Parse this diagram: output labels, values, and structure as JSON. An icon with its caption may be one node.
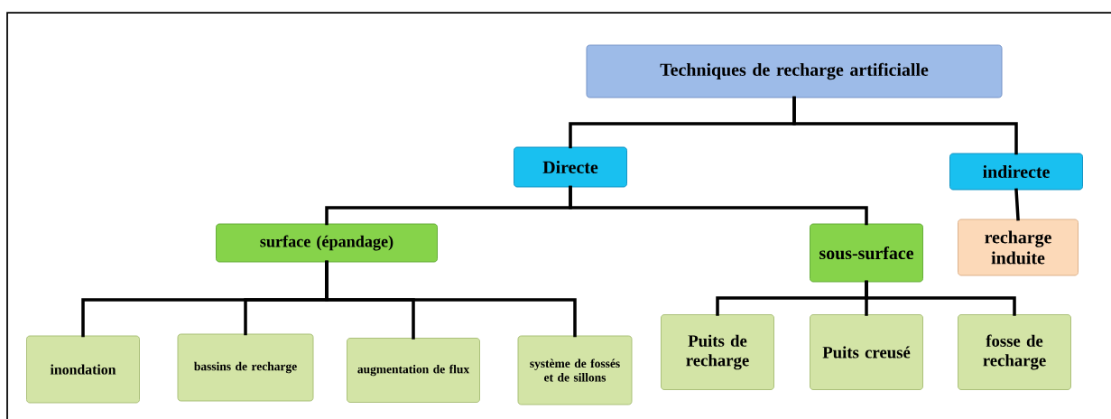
{
  "diagram": {
    "nodes": [
      {
        "text": [
          "Techniques de recharge artificialle"
        ]
      },
      {
        "text": [
          "Directe"
        ]
      },
      {
        "text": [
          "indirecte"
        ]
      },
      {
        "text": [
          "surface (épandage)"
        ]
      },
      {
        "text": [
          "sous-surface"
        ]
      },
      {
        "text": [
          "recharge induite"
        ]
      },
      {
        "text": [
          "inondation"
        ]
      },
      {
        "text": [
          "bassins de recharge"
        ]
      },
      {
        "text": [
          "augmentation de flux"
        ]
      },
      {
        "text": [
          "système de fossés et de sillons"
        ]
      },
      {
        "text": [
          "Puits de recharge"
        ]
      },
      {
        "text": [
          "Puits creusé"
        ]
      },
      {
        "text": [
          "fosse de recharge"
        ]
      }
    ],
    "edges": [
      {
        "from": 0,
        "to": 1,
        "arrow": "none"
      },
      {
        "from": 0,
        "to": 2,
        "arrow": "none"
      },
      {
        "from": 1,
        "to": 3,
        "arrow": "none"
      },
      {
        "from": 1,
        "to": 4,
        "arrow": "none"
      },
      {
        "from": 2,
        "to": 5,
        "arrow": "none"
      },
      {
        "from": 3,
        "to": 6,
        "arrow": "none"
      },
      {
        "from": 3,
        "to": 7,
        "arrow": "none"
      },
      {
        "from": 3,
        "to": 8,
        "arrow": "none"
      },
      {
        "from": 3,
        "to": 9,
        "arrow": "none"
      },
      {
        "from": 4,
        "to": 10,
        "arrow": "none"
      },
      {
        "from": 4,
        "to": 11,
        "arrow": "none"
      },
      {
        "from": 4,
        "to": 12,
        "arrow": "none"
      }
    ]
  }
}
